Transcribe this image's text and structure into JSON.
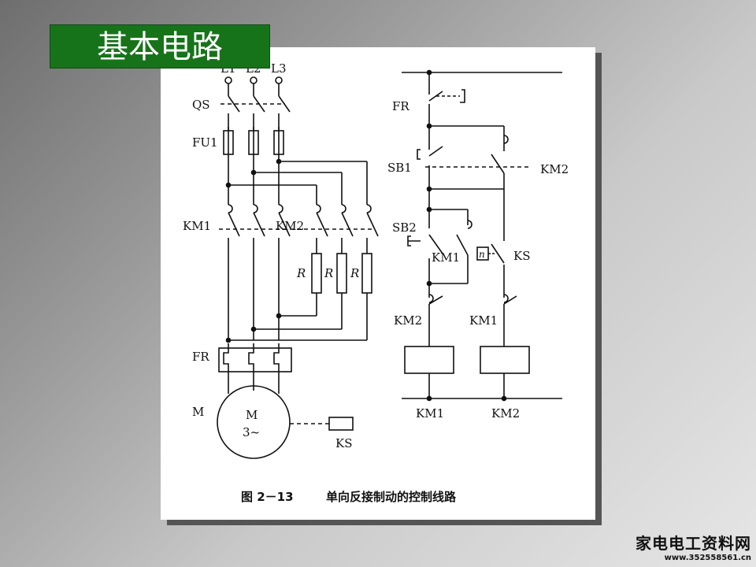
{
  "slide": {
    "title": "基本电路"
  },
  "figure": {
    "caption_number": "图 2－13",
    "caption_text": "单向反接制动的控制线路",
    "main_circuit": {
      "phases": [
        "L1",
        "L2",
        "L3"
      ],
      "switch_label": "QS",
      "fuse_label": "FU1",
      "km1_label": "KM1",
      "km2_label": "KM2",
      "resistor_label": "R",
      "relay_label": "FR",
      "motor_label": "M",
      "motor_symbol_top": "M",
      "motor_symbol_bottom": "3~",
      "speed_relay_label": "KS"
    },
    "control_circuit": {
      "fr_label": "FR",
      "sb1_label": "SB1",
      "km2_hold_label": "KM2",
      "sb2_label": "SB2",
      "km1_hold_label": "KM1",
      "n_label": "n",
      "ks_label": "KS",
      "km2_interlock_label": "KM2",
      "km1_interlock_label": "KM1",
      "coil1_label": "KM1",
      "coil2_label": "KM2"
    }
  },
  "watermark": {
    "name": "家电电工资料网",
    "url": "www.352558561.cn"
  }
}
